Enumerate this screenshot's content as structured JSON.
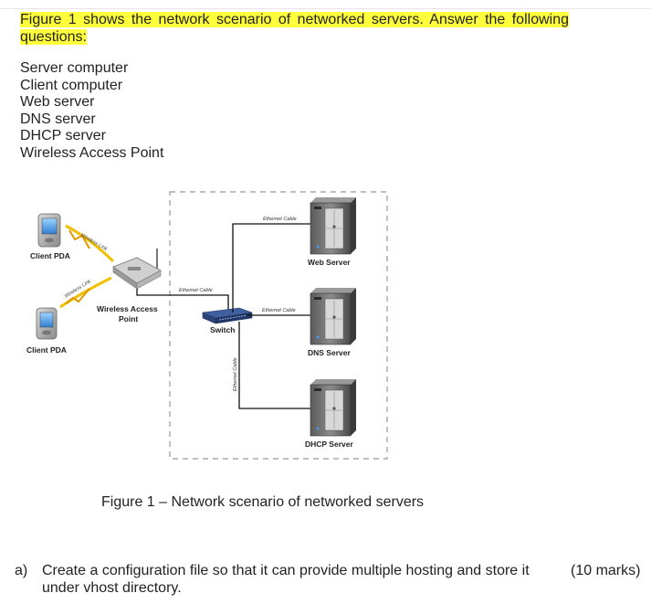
{
  "intro": {
    "text": "Figure 1 shows the network scenario of networked servers. Answer the following questions:"
  },
  "components": [
    "Server computer",
    "Client computer",
    "Web server",
    "DNS server",
    "DHCP server",
    "Wireless Access Point"
  ],
  "diagram": {
    "client_top": "Client PDA",
    "client_bottom": "Client PDA",
    "wireless_link_top": "Wireless Link",
    "wireless_link_bottom": "Wireless Link",
    "ap_line1": "Wireless Access",
    "ap_line2": "Point",
    "switch": "Switch",
    "cable_ap_switch": "Ethernet Cable",
    "cable_web": "Ethernet Cable",
    "cable_dns": "Ethernet Cable",
    "cable_dhcp": "Ethernet Cable",
    "web_server": "Web Server",
    "dns_server": "DNS Server",
    "dhcp_server": "DHCP Server"
  },
  "caption": "Figure 1 – Network scenario of networked servers",
  "question": {
    "label": "a)",
    "text_line1": "Create a configuration file so that it can provide multiple hosting and store it",
    "marks": "(10 marks)",
    "text_line2": "under vhost directory."
  }
}
